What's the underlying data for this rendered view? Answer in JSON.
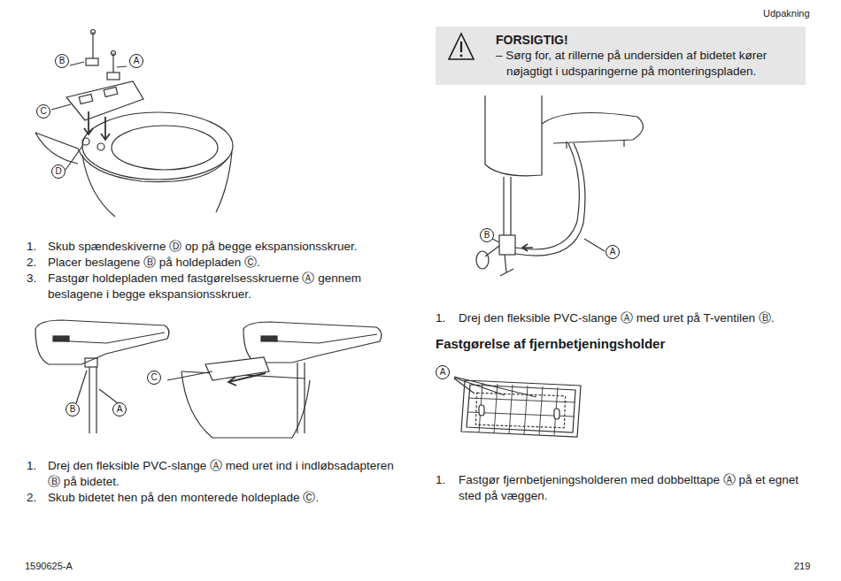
{
  "diagram": {
    "nodes": [
      {
        "text": [
          "FORSIGTIG!",
          "– Sørg for, at rillerne på undersiden af bidetet kører nøjagtigt i udsparingerne på monteringspladen."
        ]
      }
    ],
    "labels": [
      "Udpakning",
      "B",
      "A",
      "C",
      "D",
      "1.",
      "Skub spændeskiverne Ⓓ op på begge ekspansionsskruer.",
      "2.",
      "Placer beslagene Ⓑ på holdepladen Ⓒ.",
      "3.",
      "Fastgør holdepladen med fastgørelsesskruerne Ⓐ gennem beslagene i begge ekspansionsskruer.",
      "C",
      "B",
      "A",
      "1.",
      "Drej den fleksible PVC-slange Ⓐ med uret ind i indløbsadapteren Ⓑ på bidetet.",
      "2.",
      "Skub bidetet hen på den monterede holdeplade Ⓒ.",
      "B",
      "A",
      "1.",
      "Drej den fleksible PVC-slange Ⓐ med uret på T-ventilen Ⓑ.",
      "Fastgørelse af fjernbetjeningsholder",
      "A",
      "1.",
      "Fastgør fjernbetjeningsholderen med dobbelttape Ⓐ på et egnet sted på væggen.",
      "1590625-A",
      "219"
    ]
  }
}
